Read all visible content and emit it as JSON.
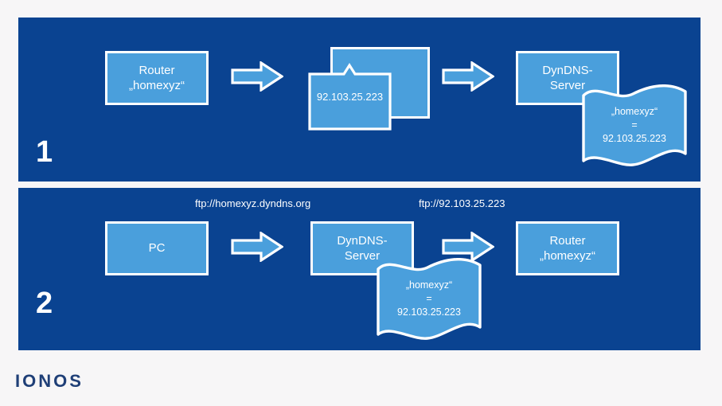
{
  "brand": {
    "logo_text": "IONOS"
  },
  "colors": {
    "page_background": "#f7f6f7",
    "panel_background": "#0a4391",
    "node_fill": "#4a9fdc",
    "node_stroke": "#ffffff",
    "text": "#ffffff",
    "logo": "#1f3f77"
  },
  "diagram": {
    "type": "flow-diagram",
    "panels": [
      {
        "step_number": "1",
        "nodes": [
          {
            "id": "router-1",
            "label": "Router\n„homexyz“",
            "kind": "box"
          },
          {
            "id": "ip-documents",
            "label": "92.103.25.223",
            "kind": "document-stack"
          },
          {
            "id": "dyndns-server-1",
            "label": "DynDNS-\nServer",
            "kind": "box"
          }
        ],
        "banner": {
          "id": "dns-record-1",
          "lines": [
            "„homexyz“",
            "=",
            "92.103.25.223"
          ]
        },
        "arrows": [
          {
            "id": "arrow-1-1",
            "direction": "right"
          },
          {
            "id": "arrow-1-2",
            "direction": "right"
          }
        ],
        "edge_labels": []
      },
      {
        "step_number": "2",
        "nodes": [
          {
            "id": "pc",
            "label": "PC",
            "kind": "box"
          },
          {
            "id": "dyndns-server-2",
            "label": "DynDNS-\nServer",
            "kind": "box"
          },
          {
            "id": "router-2",
            "label": "Router\n„homexyz“",
            "kind": "box"
          }
        ],
        "banner": {
          "id": "dns-record-2",
          "lines": [
            "„homexyz“",
            "=",
            "92.103.25.223"
          ]
        },
        "arrows": [
          {
            "id": "arrow-2-1",
            "direction": "right"
          },
          {
            "id": "arrow-2-2",
            "direction": "right"
          }
        ],
        "edge_labels": [
          {
            "id": "url-hostname",
            "text": "ftp://homexyz.dyndns.org"
          },
          {
            "id": "url-ip",
            "text": "ftp://92.103.25.223"
          }
        ]
      }
    ]
  }
}
